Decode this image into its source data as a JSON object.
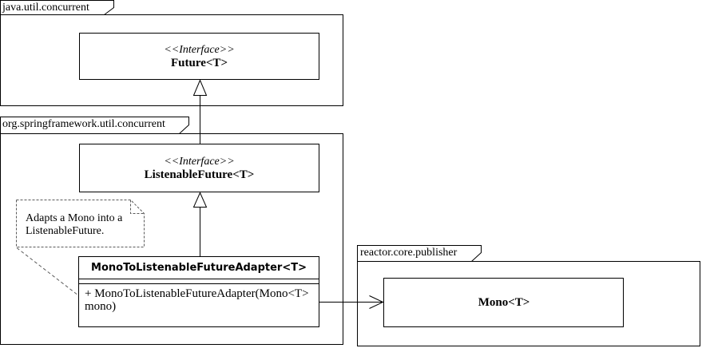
{
  "colors": {
    "line": "#000000",
    "background": "#ffffff",
    "note_border": "#5a5a5a"
  },
  "packages": [
    {
      "name": "java.util.concurrent"
    },
    {
      "name": "org.springframework.util.concurrent"
    },
    {
      "name": "reactor.core.publisher"
    }
  ],
  "future": {
    "stereotype": "<<Interface>>",
    "name": "Future<T>"
  },
  "listenable_future": {
    "stereotype": "<<Interface>>",
    "name": "ListenableFuture<T>"
  },
  "adapter": {
    "name": "MonoToListenableFutureAdapter<T>",
    "constructor": "+ MonoToListenableFutureAdapter(Mono<T> mono)"
  },
  "mono": {
    "name": "Mono<T>"
  },
  "note": {
    "text": "Adapts a Mono into a ListenableFuture."
  },
  "relations": [
    {
      "type": "generalization",
      "from": "ListenableFuture<T>",
      "to": "Future<T>"
    },
    {
      "type": "generalization",
      "from": "MonoToListenableFutureAdapter<T>",
      "to": "ListenableFuture<T>"
    },
    {
      "type": "association",
      "from": "MonoToListenableFutureAdapter<T>",
      "to": "Mono<T>"
    },
    {
      "type": "note-anchor",
      "from": "note",
      "to": "MonoToListenableFutureAdapter<T>"
    }
  ]
}
